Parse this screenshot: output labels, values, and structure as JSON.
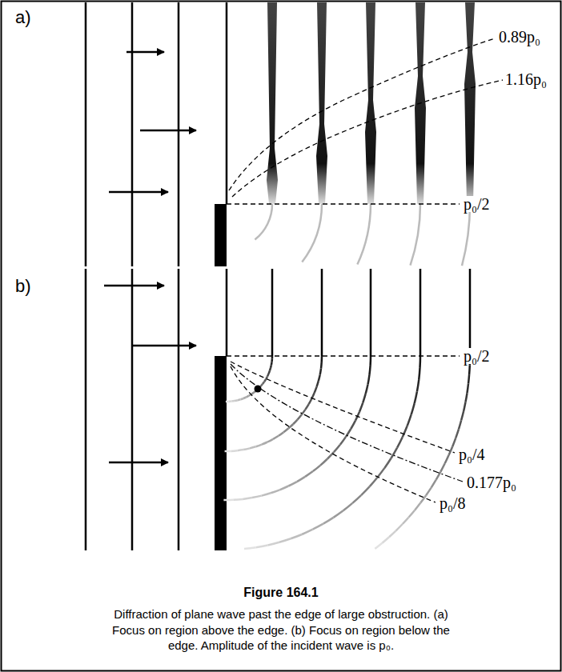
{
  "diagram": {
    "title": "Figure 164.1",
    "caption": "Diffraction of plane wave past the edge of large obstruction. (a) Focus on region above the edge. (b) Focus on region below the edge. Amplitude of the incident wave is p₀.",
    "labels": [
      "a)",
      "0.89p₀",
      "1.16p₀",
      "p₀/2",
      "b)",
      "p₀/2",
      "p₀/4",
      "0.177p₀",
      "p₀/8"
    ]
  }
}
